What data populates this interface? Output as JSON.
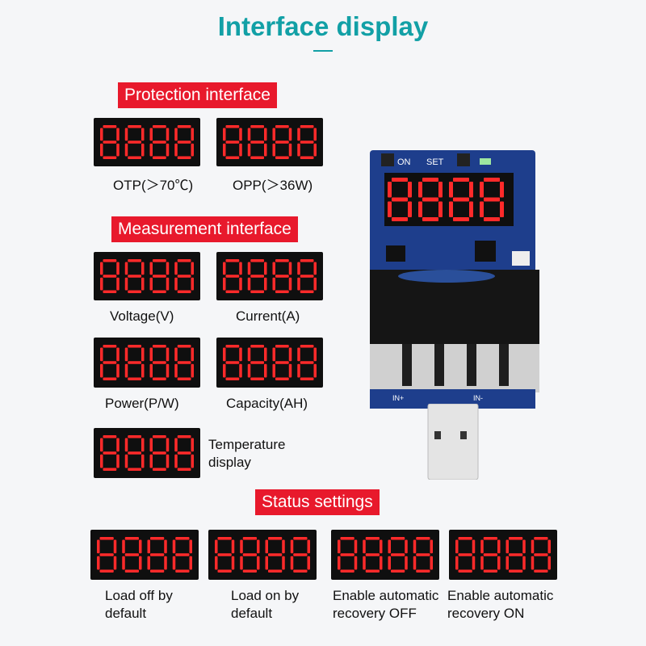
{
  "page": {
    "title": "Interface display",
    "accent": "#12a0a6",
    "section_color": "#e8192c",
    "segment_color": "#ff2a2a"
  },
  "sections": {
    "protection": "Protection interface",
    "measurement": "Measurement interface",
    "status": "Status settings"
  },
  "protection_items": [
    {
      "label": "OTP(＞70℃)"
    },
    {
      "label": "OPP(＞36W)"
    }
  ],
  "measurement_items": [
    {
      "label": "Voltage(V)"
    },
    {
      "label": "Current(A)"
    },
    {
      "label": "Power(P/W)"
    },
    {
      "label": "Capacity(AH)"
    },
    {
      "label": "Temperature\ndisplay"
    }
  ],
  "status_items": [
    {
      "label": "Load off by\ndefault"
    },
    {
      "label": "Load on by\ndefault"
    },
    {
      "label": "Enable automatic\nrecovery OFF"
    },
    {
      "label": "Enable automatic\nrecovery ON"
    }
  ],
  "board": {
    "on_label": "ON",
    "set_label": "SET",
    "in_plus": "IN+",
    "in_minus": "IN-"
  }
}
